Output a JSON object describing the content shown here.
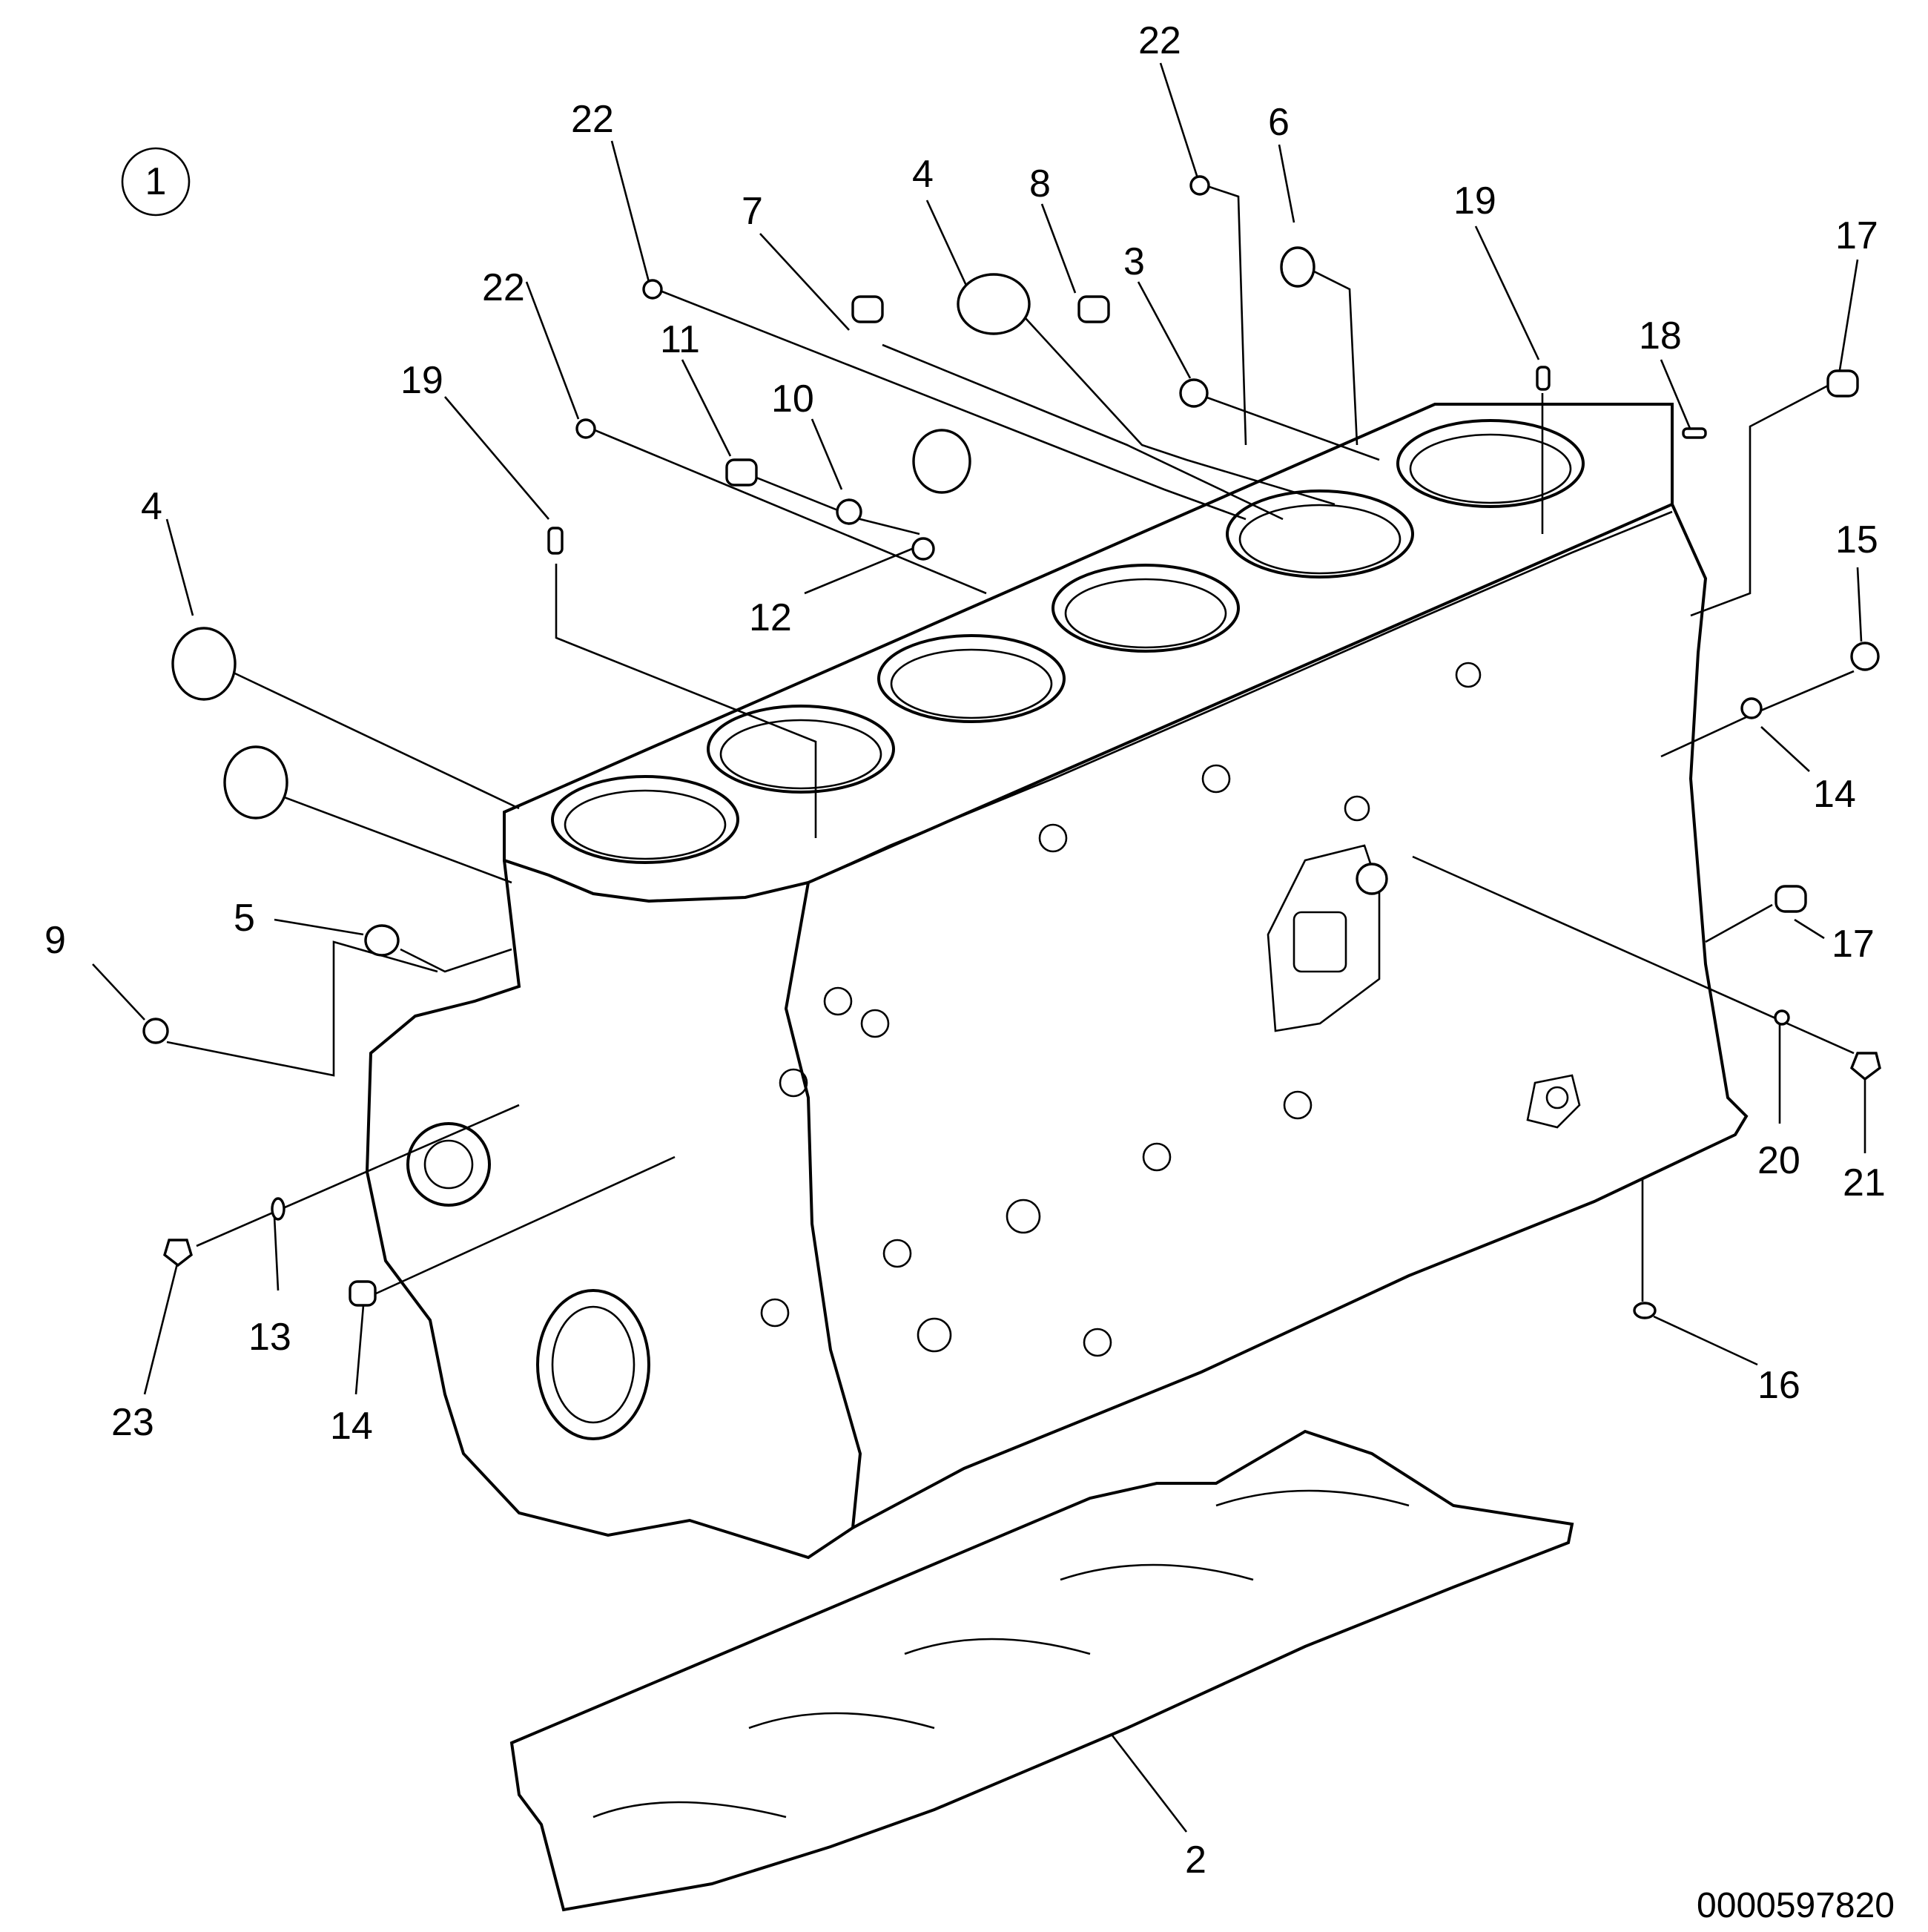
{
  "diagram": {
    "view_number": "1",
    "drawing_code": "0000597820",
    "callouts": [
      {
        "id": "c22a",
        "text": "22"
      },
      {
        "id": "c22b",
        "text": "22"
      },
      {
        "id": "c22c",
        "text": "22"
      },
      {
        "id": "c6",
        "text": "6"
      },
      {
        "id": "c19a",
        "text": "19"
      },
      {
        "id": "c17a",
        "text": "17"
      },
      {
        "id": "c4a",
        "text": "4"
      },
      {
        "id": "c8",
        "text": "8"
      },
      {
        "id": "c7",
        "text": "7"
      },
      {
        "id": "c3",
        "text": "3"
      },
      {
        "id": "c18",
        "text": "18"
      },
      {
        "id": "c11",
        "text": "11"
      },
      {
        "id": "c10",
        "text": "10"
      },
      {
        "id": "c19b",
        "text": "19"
      },
      {
        "id": "c4b",
        "text": "4"
      },
      {
        "id": "c12",
        "text": "12"
      },
      {
        "id": "c15",
        "text": "15"
      },
      {
        "id": "c14a",
        "text": "14"
      },
      {
        "id": "c5",
        "text": "5"
      },
      {
        "id": "c9",
        "text": "9"
      },
      {
        "id": "c17b",
        "text": "17"
      },
      {
        "id": "c20",
        "text": "20"
      },
      {
        "id": "c21",
        "text": "21"
      },
      {
        "id": "c13",
        "text": "13"
      },
      {
        "id": "c23",
        "text": "23"
      },
      {
        "id": "c14b",
        "text": "14"
      },
      {
        "id": "c16",
        "text": "16"
      },
      {
        "id": "c2",
        "text": "2"
      }
    ]
  }
}
